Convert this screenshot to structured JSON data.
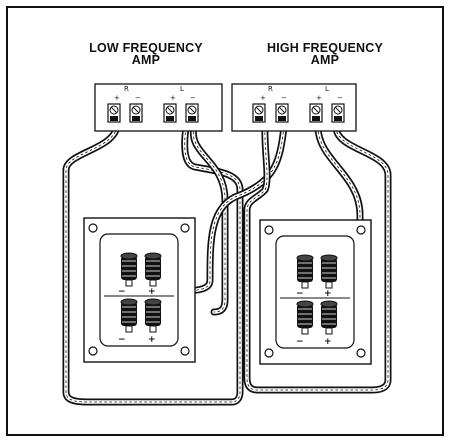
{
  "amps": [
    {
      "line1": "LOW FREQUENCY",
      "line2": "AMP",
      "channels": [
        "R",
        "L"
      ],
      "terminal_polarity": [
        "+",
        "−",
        "+",
        "−"
      ]
    },
    {
      "line1": "HIGH FREQUENCY",
      "line2": "AMP",
      "channels": [
        "R",
        "L"
      ],
      "terminal_polarity": [
        "+",
        "−",
        "+",
        "−"
      ]
    }
  ],
  "speaker_terminal_polarity": {
    "upper": [
      "−",
      "+"
    ],
    "lower": [
      "−",
      "+"
    ]
  },
  "colors": {
    "line": "#111111",
    "background": "#ffffff"
  }
}
